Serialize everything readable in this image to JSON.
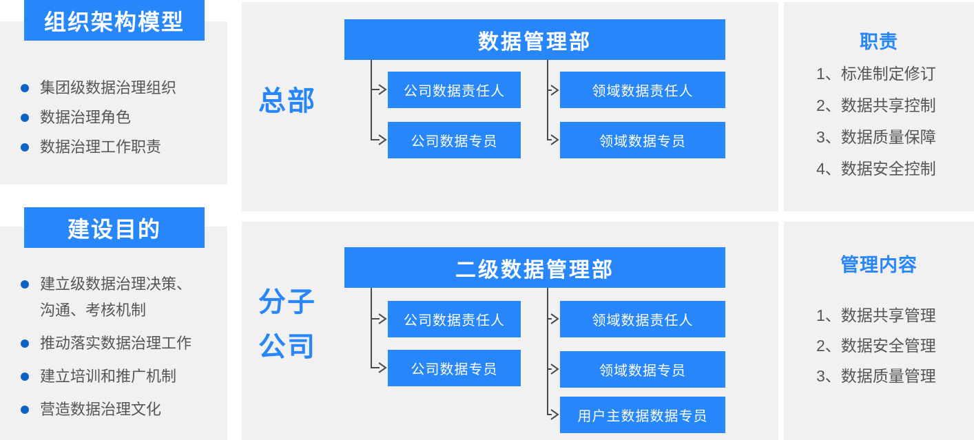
{
  "colors": {
    "accent": "#2787FA",
    "bullet_dot": "#0F63C5",
    "panel_bg": "#F1F1F2",
    "body_text": "#555555",
    "connector": "#4A4A4A",
    "box_text": "#FFFFFF"
  },
  "left_column": {
    "architecture": {
      "title": "组织架构模型",
      "items": [
        "集团级数据治理组织",
        "数据治理角色",
        "数据治理工作职责"
      ]
    },
    "purpose": {
      "title": "建设目的",
      "items": [
        "建立级数据治理决策、沟通、考核机制",
        "推动落实数据治理工作",
        "建立培训和推广机制",
        "营造数据治理文化"
      ]
    }
  },
  "headquarters": {
    "label": "总部",
    "department": "数据管理部",
    "company_roles": [
      "公司数据责任人",
      "公司数据专员"
    ],
    "domain_roles": [
      "领域数据责任人",
      "领域数据专员"
    ]
  },
  "subsidiaries": {
    "label_lines": [
      "分子",
      "公司"
    ],
    "department": "二级数据管理部",
    "company_roles": [
      "公司数据责任人",
      "公司数据专员"
    ],
    "domain_roles": [
      "领域数据责任人",
      "领域数据专员",
      "用户主数据数据专员"
    ]
  },
  "responsibilities": {
    "title": "职责",
    "items": [
      "1、标准制定修订",
      "2、数据共享控制",
      "3、数据质量保障",
      "4、数据安全控制"
    ]
  },
  "management_scope": {
    "title": "管理内容",
    "items": [
      "1、数据共享管理",
      "2、数据安全管理",
      "3、数据质量管理"
    ]
  }
}
